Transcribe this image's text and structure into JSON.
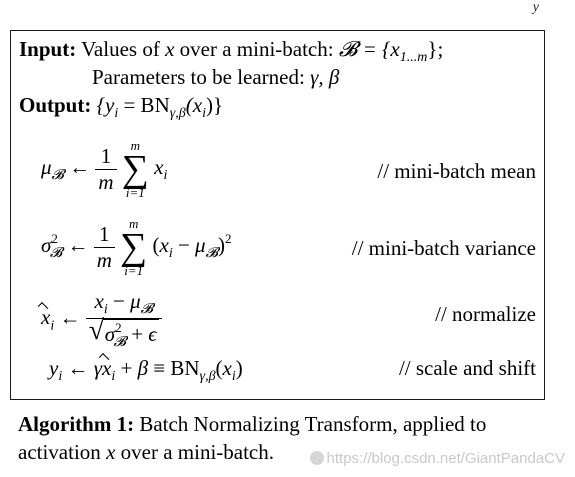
{
  "top_fragment": "y",
  "algorithm": {
    "input_label": "Input:",
    "input_text": "Values of",
    "input_var": "x",
    "input_text2": "over a mini-batch:",
    "input_set": "𝓑 = {x",
    "input_set_sub": "1...m",
    "input_set_end": "};",
    "params_text": "Parameters to be learned:",
    "params_vars": "γ, β",
    "output_label": "Output:",
    "output_open": "{y",
    "output_i": "i",
    "output_eq": "= BN",
    "output_sub": "γ,β",
    "output_arg": "(x",
    "output_close": ")}",
    "step1_comment": "// mini-batch mean",
    "step2_comment": "// mini-batch variance",
    "step3_comment": "// normalize",
    "step4_comment": "// scale and shift"
  },
  "caption": {
    "label": "Algorithm 1:",
    "text1": "Batch Normalizing Transform, applied to",
    "text2a": "activation",
    "text2var": "x",
    "text2b": "over a mini-batch."
  },
  "watermark": "https://blog.csdn.net/GiantPandaCV"
}
